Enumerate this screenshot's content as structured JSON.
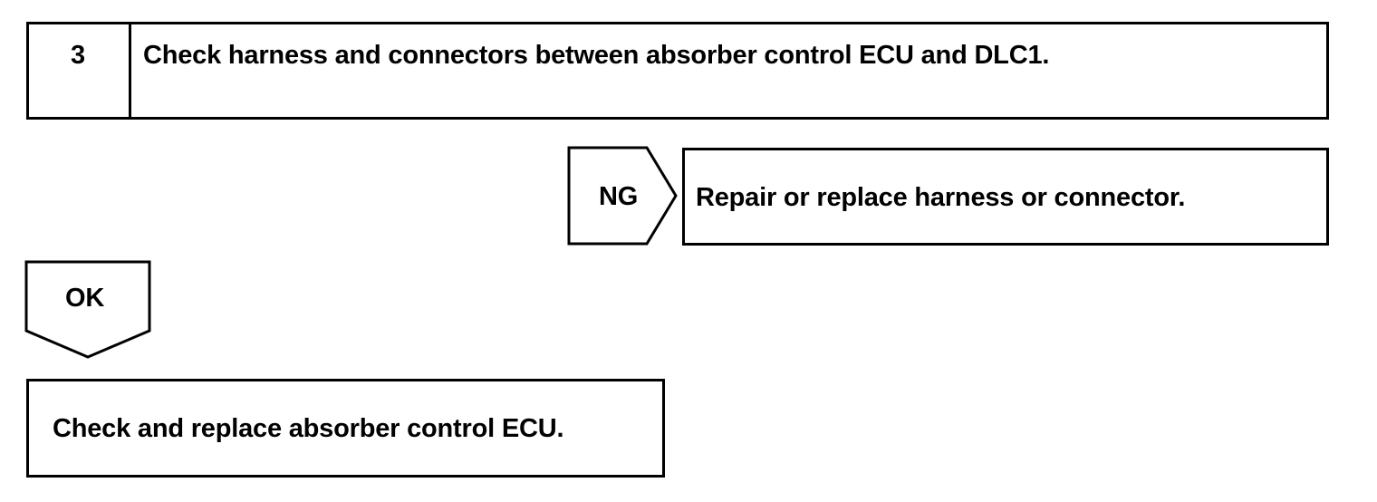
{
  "step": {
    "number": "3",
    "title": "Check harness and connectors between absorber control ECU and DLC1."
  },
  "ng_branch": {
    "label": "NG",
    "action": "Repair or replace harness or connector."
  },
  "ok_branch": {
    "label": "OK",
    "action": "Check and replace absorber control ECU."
  }
}
